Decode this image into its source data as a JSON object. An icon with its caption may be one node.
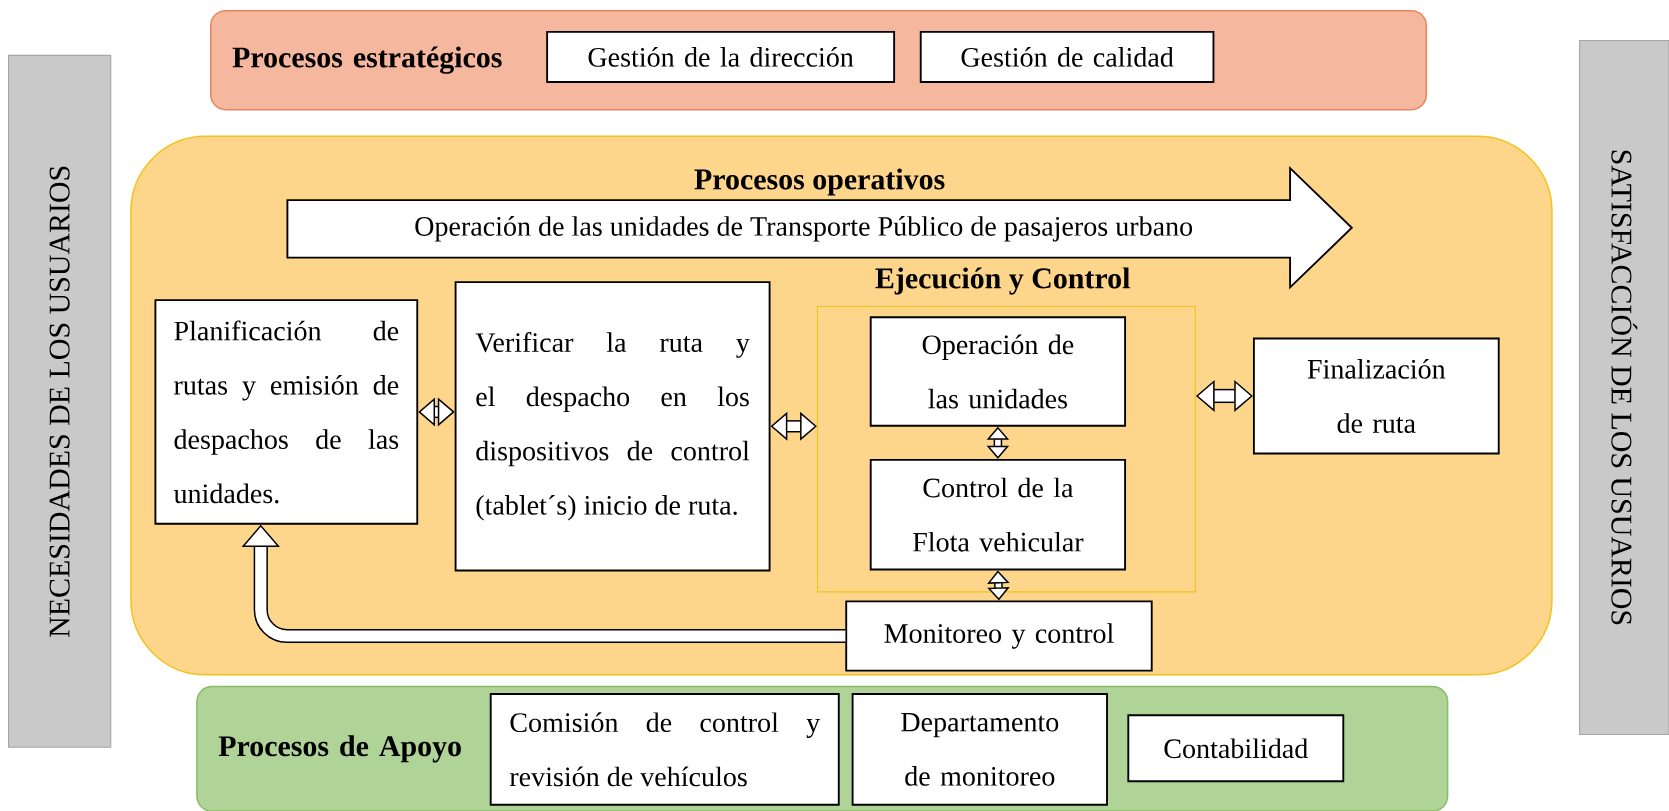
{
  "diagram": {
    "nodes": [
      {
        "text": [
          "Procesos estratégicos"
        ]
      },
      {
        "text": [
          "Gestión de la dirección"
        ],
        "in": 0
      },
      {
        "text": [
          "Gestión de calidad"
        ],
        "in": 0
      },
      {
        "text": [
          "Procesos operativos"
        ]
      },
      {
        "text": [
          "Operación de las unidades de Transporte Público de pasajeros urbano"
        ],
        "in": 3
      },
      {
        "text": [
          "Planificación de rutas y emisión de despachos de las unidades."
        ],
        "in": 3
      },
      {
        "text": [
          "Verificar la ruta y el despacho en los dispositivos de control (tablet´s) inicio de ruta."
        ],
        "in": 3
      },
      {
        "text": [
          "Ejecución y Control"
        ],
        "in": 3
      },
      {
        "text": [
          "Operación de las unidades"
        ],
        "in": 7
      },
      {
        "text": [
          "Control de la Flota vehicular"
        ],
        "in": 7
      },
      {
        "text": [
          "Monitoreo y control"
        ],
        "in": 3
      },
      {
        "text": [
          "Finalización de ruta"
        ],
        "in": 3
      },
      {
        "text": [
          "Procesos de Apoyo"
        ]
      },
      {
        "text": [
          "Comisión de control y revisión de vehículos"
        ],
        "in": 12
      },
      {
        "text": [
          "Departamento de monitoreo"
        ],
        "in": 12
      },
      {
        "text": [
          "Contabilidad"
        ],
        "in": 12
      },
      {
        "text": [
          "NECESIDADES DE LOS USUARIOS"
        ]
      },
      {
        "text": [
          "SATISFACCIÓN DE LOS USUARIOS"
        ]
      }
    ],
    "edges": [
      {
        "from": 5,
        "to": 6,
        "arrow": "both"
      },
      {
        "from": 6,
        "to": 7,
        "arrow": "both"
      },
      {
        "from": 8,
        "to": 9,
        "arrow": "both"
      },
      {
        "from": 9,
        "to": 10,
        "arrow": "both"
      },
      {
        "from": 7,
        "to": 11,
        "arrow": "both"
      },
      {
        "from": 10,
        "to": 5,
        "arrow": "to"
      }
    ]
  }
}
